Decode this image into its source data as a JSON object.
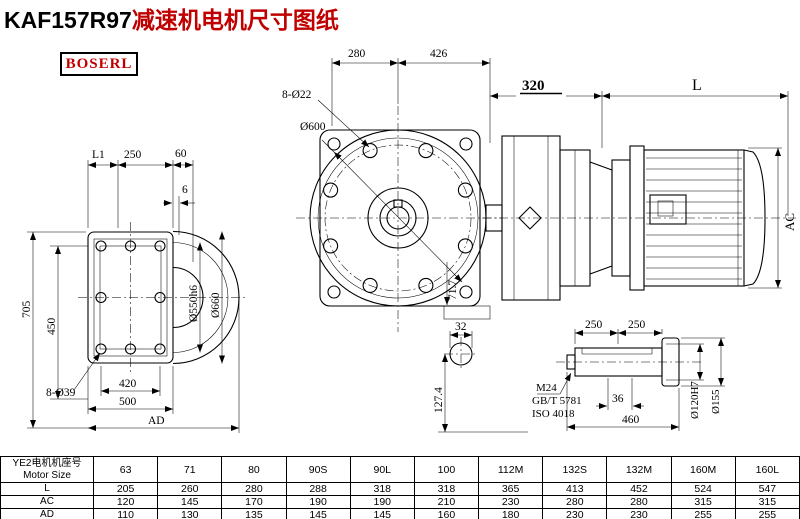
{
  "title": {
    "model": "KAF157R97",
    "suffix": "减速机电机尺寸图纸"
  },
  "logo": {
    "text": "BOSERL"
  },
  "colors": {
    "accent_red": "#c00000",
    "line": "#000000",
    "background": "#ffffff"
  },
  "front_view": {
    "dim_280": "280",
    "dim_426": "426",
    "bolt_holes": "8-Ø22",
    "dia_600": "Ø600",
    "dim_71_7": "71.7"
  },
  "side_view": {
    "dim_320": "320",
    "dim_L": "L",
    "dim_AC": "AC"
  },
  "back_view": {
    "dim_L1": "L1",
    "dim_250": "250",
    "dim_60": "60",
    "dim_6": "6",
    "dim_705": "705",
    "dim_450": "450",
    "dia_550": "Ø550h6",
    "dia_660": "Ø660",
    "bolt_holes": "8-Ø39",
    "dim_420": "420",
    "dim_500": "500",
    "dim_AD": "AD"
  },
  "section_view": {
    "dim_32": "32",
    "dim_127_4": "127.4"
  },
  "shaft_view": {
    "dim_250_a": "250",
    "dim_250_b": "250",
    "thread": "M24",
    "std_gbt": "GB/T 5781",
    "std_iso": "ISO 4018",
    "dim_36": "36",
    "dim_460": "460",
    "dia_120": "Ø120H7",
    "dia_155": "Ø155"
  },
  "table": {
    "header": {
      "line1": "YE2电机机座号",
      "line2": "Motor Size"
    },
    "sizes": [
      "63",
      "71",
      "80",
      "90S",
      "90L",
      "100",
      "112M",
      "132S",
      "132M",
      "160M",
      "160L"
    ],
    "rows": [
      {
        "label": "L",
        "values": [
          205,
          260,
          280,
          288,
          318,
          318,
          365,
          413,
          452,
          524,
          547
        ]
      },
      {
        "label": "AC",
        "values": [
          120,
          145,
          170,
          190,
          190,
          210,
          230,
          280,
          280,
          315,
          315
        ]
      },
      {
        "label": "AD",
        "values": [
          110,
          130,
          135,
          145,
          145,
          160,
          180,
          230,
          230,
          255,
          255
        ]
      }
    ]
  }
}
